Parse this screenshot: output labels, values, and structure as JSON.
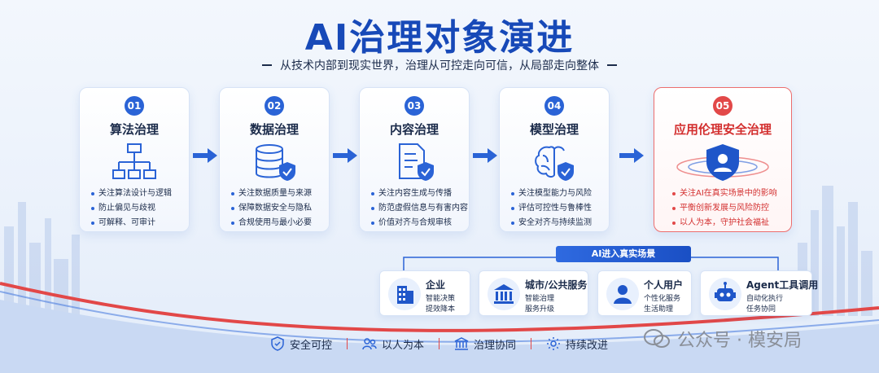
{
  "title": "AI治理对象演进",
  "subtitle": "从技术内部到现实世界，治理从可控走向可信，从局部走向整体",
  "colors": {
    "primary": "#1749b8",
    "accent_blue": "#2a63d6",
    "accent_red": "#e24848"
  },
  "cards": [
    {
      "num": "01",
      "title": "算法治理",
      "icon": "flowchart-icon",
      "items": [
        "关注算法设计与逻辑",
        "防止偏见与歧视",
        "可解释、可审计"
      ]
    },
    {
      "num": "02",
      "title": "数据治理",
      "icon": "database-shield-icon",
      "items": [
        "关注数据质量与来源",
        "保障数据安全与隐私",
        "合规使用与最小必要"
      ]
    },
    {
      "num": "03",
      "title": "内容治理",
      "icon": "document-shield-icon",
      "items": [
        "关注内容生成与传播",
        "防范虚假信息与有害内容",
        "价值对齐与合规审核"
      ]
    },
    {
      "num": "04",
      "title": "模型治理",
      "icon": "brain-shield-icon",
      "items": [
        "关注模型能力与风险",
        "评估可控性与鲁棒性",
        "安全对齐与持续监测"
      ]
    },
    {
      "num": "05",
      "title": "应用伦理安全治理",
      "icon": "user-shield-icon",
      "items": [
        "关注AI在真实场景中的影响",
        "平衡创新发展与风险防控",
        "以人为本，守护社会福祉"
      ]
    }
  ],
  "scene_label": "AI进入真实场景",
  "scenes": [
    {
      "name": "企业",
      "icon": "building-icon",
      "d1": "智能决策",
      "d2": "提效降本"
    },
    {
      "name": "城市/公共服务",
      "icon": "government-icon",
      "d1": "智能治理",
      "d2": "服务升级"
    },
    {
      "name": "个人用户",
      "icon": "person-icon",
      "d1": "个性化服务",
      "d2": "生活助理"
    },
    {
      "name": "Agent工具调用",
      "icon": "robot-icon",
      "d1": "自动化执行",
      "d2": "任务协同"
    }
  ],
  "footer": [
    {
      "label": "安全可控",
      "icon": "shield-check-icon"
    },
    {
      "label": "以人为本",
      "icon": "people-icon"
    },
    {
      "label": "治理协同",
      "icon": "institution-icon"
    },
    {
      "label": "持续改进",
      "icon": "gear-cycle-icon"
    }
  ],
  "watermark": "公众号 · 模安局"
}
